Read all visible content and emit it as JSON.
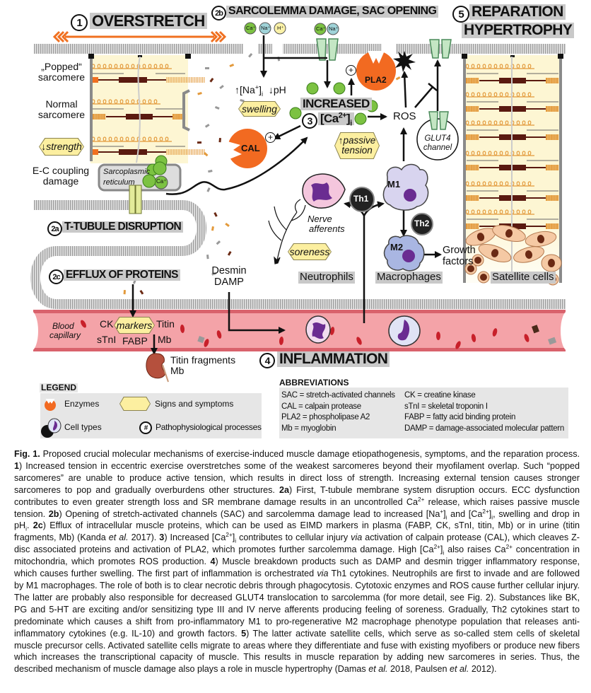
{
  "figure": {
    "titles": {
      "overstretch": {
        "num": "1",
        "label": "OVERSTRETCH"
      },
      "sarcolemma": {
        "num": "2b",
        "label": "SARCOLEMMA DAMAGE, SAC OPENING"
      },
      "reparation": {
        "num": "5",
        "line1": "REPARATION",
        "line2": "HYPERTROPHY"
      },
      "ttubule": {
        "num": "2a",
        "label": "T-TUBULE DISRUPTION"
      },
      "efflux": {
        "num": "2c",
        "label": "EFFLUX OF PROTEINS"
      },
      "calcium": {
        "num": "3",
        "line1": "INCREASED",
        "ca": "[Ca",
        "sup": "2+",
        "close": "]",
        "sub": "i"
      },
      "inflammation": {
        "num": "4",
        "label": "INFLAMMATION"
      }
    },
    "labels": {
      "popped": [
        "„Popped“",
        "sarcomere"
      ],
      "normal": [
        "Normal",
        "sarcomere"
      ],
      "strength": "↓strength",
      "ec_coupling": [
        "E-C coupling",
        "damage"
      ],
      "sr": [
        "Sarcoplasmic",
        "reticulum"
      ],
      "sr_ion": "Ca⁺",
      "ions": [
        "Ca⁺",
        "Na⁺",
        "H⁺"
      ],
      "channel_ions": [
        "Ca⁺",
        "Na⁺"
      ],
      "na_ph": {
        "a": "↑[Na",
        "sup": "+",
        "b": "]",
        "sub": "i",
        "c": "↓pH"
      },
      "swelling": "swelling",
      "cal": "CAL",
      "pla2": "PLA2",
      "plus": "+",
      "ros": "ROS",
      "passive_tension": [
        "↑passive",
        "tension"
      ],
      "glut4": [
        "GLUT4",
        "channel"
      ],
      "m1": "M1",
      "th1": "Th1",
      "th2": "Th2",
      "m2": "M2",
      "nerve": [
        "Nerve",
        "afferents"
      ],
      "soreness": "soreness",
      "neutrophils": "Neutrophils",
      "macrophages": "Macrophages",
      "growth": [
        "Growth",
        "factors"
      ],
      "satellite": "Satellite cells",
      "desmin": [
        "Desmin",
        "DAMP"
      ],
      "blood": [
        "Blood",
        "capillary"
      ],
      "markers": "markers",
      "ck": "CK",
      "stni": "sTnI",
      "titin": "Titin",
      "mb": "Mb",
      "fabp": "FABP",
      "urine": [
        "Titin fragments",
        "Mb"
      ]
    },
    "colors": {
      "enzyme": "#f26a21",
      "calcium": "#7cc242",
      "symptom": "#fcefa0",
      "capillary": "#f4a3a8",
      "title_bg": "#c9c9c9",
      "sarcomere_bg": "#fdf6d3"
    }
  },
  "legend": {
    "title": "LEGEND",
    "enzymes": "Enzymes",
    "signs": "Signs and symptoms",
    "cells": "Cell types",
    "hash": "#",
    "processes": "Pathophysiological processes"
  },
  "abbreviations": {
    "title": "ABBREVIATIONS",
    "col1": [
      "SAC = stretch-activated channels",
      "CAL = calpain protease",
      "PLA2 = phospholipase A2",
      "Mb = myoglobin"
    ],
    "col2": [
      "CK = creatine kinase",
      "sTnI = skeletal troponin I",
      "FABP = fatty acid binding protein",
      "DAMP = damage-associated molecular pattern"
    ]
  },
  "caption": {
    "segments": [
      [
        "b",
        "Fig. 1."
      ],
      [
        "n",
        " Proposed crucial molecular mechanisms of exercise-induced muscle damage etiopathogenesis, symptoms, and the reparation process. "
      ],
      [
        "b",
        "1"
      ],
      [
        "n",
        ") Increased tension in eccentric exercise overstretches some of the weakest sarcomeres beyond their myofilament overlap. Such “popped sarcomeres” are unable to produce active tension, which results in direct loss of strength. Increasing external tension causes stronger sarcomeres to pop and gradually overburdens other structures. "
      ],
      [
        "b",
        "2a"
      ],
      [
        "n",
        ") First, T-tubule membrane system disruption occurs. ECC dysfunction contributes to even greater strength loss and SR membrane damage results in an uncontrolled Ca"
      ],
      [
        "sup",
        "2+"
      ],
      [
        "n",
        " release, which raises passive muscle tension. "
      ],
      [
        "b",
        "2b"
      ],
      [
        "n",
        ") Opening of stretch-activated channels (SAC) and sarcolemma damage lead to increased [Na"
      ],
      [
        "sup",
        "+"
      ],
      [
        "n",
        "]"
      ],
      [
        "sub",
        "i"
      ],
      [
        "n",
        " and [Ca"
      ],
      [
        "sup",
        "2+"
      ],
      [
        "n",
        "]"
      ],
      [
        "sub",
        "i"
      ],
      [
        "n",
        ", swelling and drop in pH"
      ],
      [
        "sub",
        "i"
      ],
      [
        "n",
        ". "
      ],
      [
        "b",
        "2c"
      ],
      [
        "n",
        ") Efflux of intracellular muscle proteins, which can be used as EIMD markers in plasma (FABP, CK, sTnI, titin, Mb) or in urine (titin fragments, Mb) (Kanda "
      ],
      [
        "i",
        "et al."
      ],
      [
        "n",
        " 2017). "
      ],
      [
        "b",
        "3"
      ],
      [
        "n",
        ") Increased [Ca"
      ],
      [
        "sup",
        "2+"
      ],
      [
        "n",
        "]"
      ],
      [
        "sub",
        "i"
      ],
      [
        "n",
        " contributes to cellular injury "
      ],
      [
        "i",
        "via"
      ],
      [
        "n",
        " activation of calpain protease (CAL), which cleaves Z-disc associated proteins and activation of PLA2, which promotes further sarcolemma damage. High [Ca"
      ],
      [
        "sup",
        "2+"
      ],
      [
        "n",
        "]"
      ],
      [
        "sub",
        "i"
      ],
      [
        "n",
        " also raises Ca"
      ],
      [
        "sup",
        "2+"
      ],
      [
        "n",
        " concentration in mitochondria, which promotes ROS production. "
      ],
      [
        "b",
        "4"
      ],
      [
        "n",
        ") Muscle breakdown products such as DAMP and desmin trigger inflammatory response, which causes further swelling. The first part of inflammation is orchestrated "
      ],
      [
        "i",
        "via"
      ],
      [
        "n",
        " Th1 cytokines. Neutrophils are first to invade and are followed by M1 macrophages. The role of both is to clear necrotic debris through phagocytosis. Cytotoxic enzymes and ROS cause further cellular injury. The latter are probably also responsible for decreased GLUT4 translocation to sarcolemma (for more detail, see Fig. 2). Substances like BK, PG and 5-HT are exciting and/or sensitizing type III and IV nerve afferents producing feeling of soreness. Gradually, Th2 cytokines start to predominate which causes a shift from pro-inflammatory M1 to pro-regenerative M2 macrophage phenotype population that releases anti-inflammatory cytokines (e.g. IL-10) and growth factors. "
      ],
      [
        "b",
        "5"
      ],
      [
        "n",
        ") The latter activate satellite cells, which serve as so-called stem cells of skeletal muscle precursor cells. Activated satellite cells migrate to areas where they differentiate and fuse with existing myofibers or produce new fibers which increases the transcriptional capacity of muscle. This results in muscle reparation by adding new sarcomeres in series. Thus, the described mechanism of muscle damage also plays a role in muscle hypertrophy (Damas "
      ],
      [
        "i",
        "et al."
      ],
      [
        "n",
        " 2018, Paulsen "
      ],
      [
        "i",
        "et al."
      ],
      [
        "n",
        " 2012)."
      ]
    ]
  }
}
